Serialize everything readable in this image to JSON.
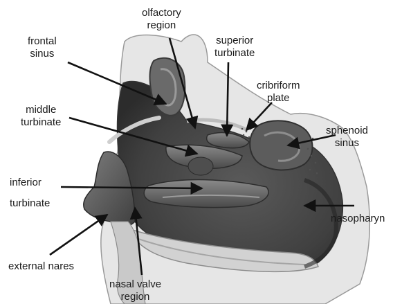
{
  "diagram": {
    "labels": {
      "frontal_sinus": [
        "frontal",
        "sinus"
      ],
      "olfactory_region": [
        "olfactory",
        "region"
      ],
      "superior_turbinate": [
        "superior",
        "turbinate"
      ],
      "cribriform_plate": [
        "cribriform",
        "plate"
      ],
      "middle_turbinate": [
        "middle",
        "turbinate"
      ],
      "sphenoid_sinus": [
        "sphenoid",
        "sinus"
      ],
      "inferior_turbinate": [
        "inferior",
        "turbinate"
      ],
      "nasopharynx": "nasopharyn",
      "external_nares": "external nares",
      "nasal_valve_region": [
        "nasal valve",
        "region"
      ]
    },
    "colors": {
      "cavity_dark": "#3a3a3a",
      "tissue_mid": "#6f6f6f",
      "tissue_light": "#b9b9b9",
      "bone_light": "#e4e4e4",
      "arrow": "#111111"
    }
  }
}
